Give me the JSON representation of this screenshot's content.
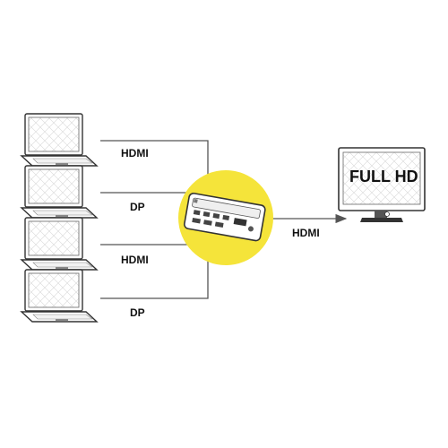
{
  "colors": {
    "accent": "#f5e43a",
    "line": "#555555",
    "outline": "#333333"
  },
  "inputs": [
    {
      "label": "HDMI",
      "device": "laptop-icon"
    },
    {
      "label": "DP",
      "device": "laptop-icon"
    },
    {
      "label": "HDMI",
      "device": "laptop-icon"
    },
    {
      "label": "DP",
      "device": "laptop-icon"
    }
  ],
  "switch": {
    "icon": "kvm-switch-icon"
  },
  "output": {
    "label": "HDMI",
    "device": "monitor-icon",
    "screen_text": "FULL HD"
  }
}
